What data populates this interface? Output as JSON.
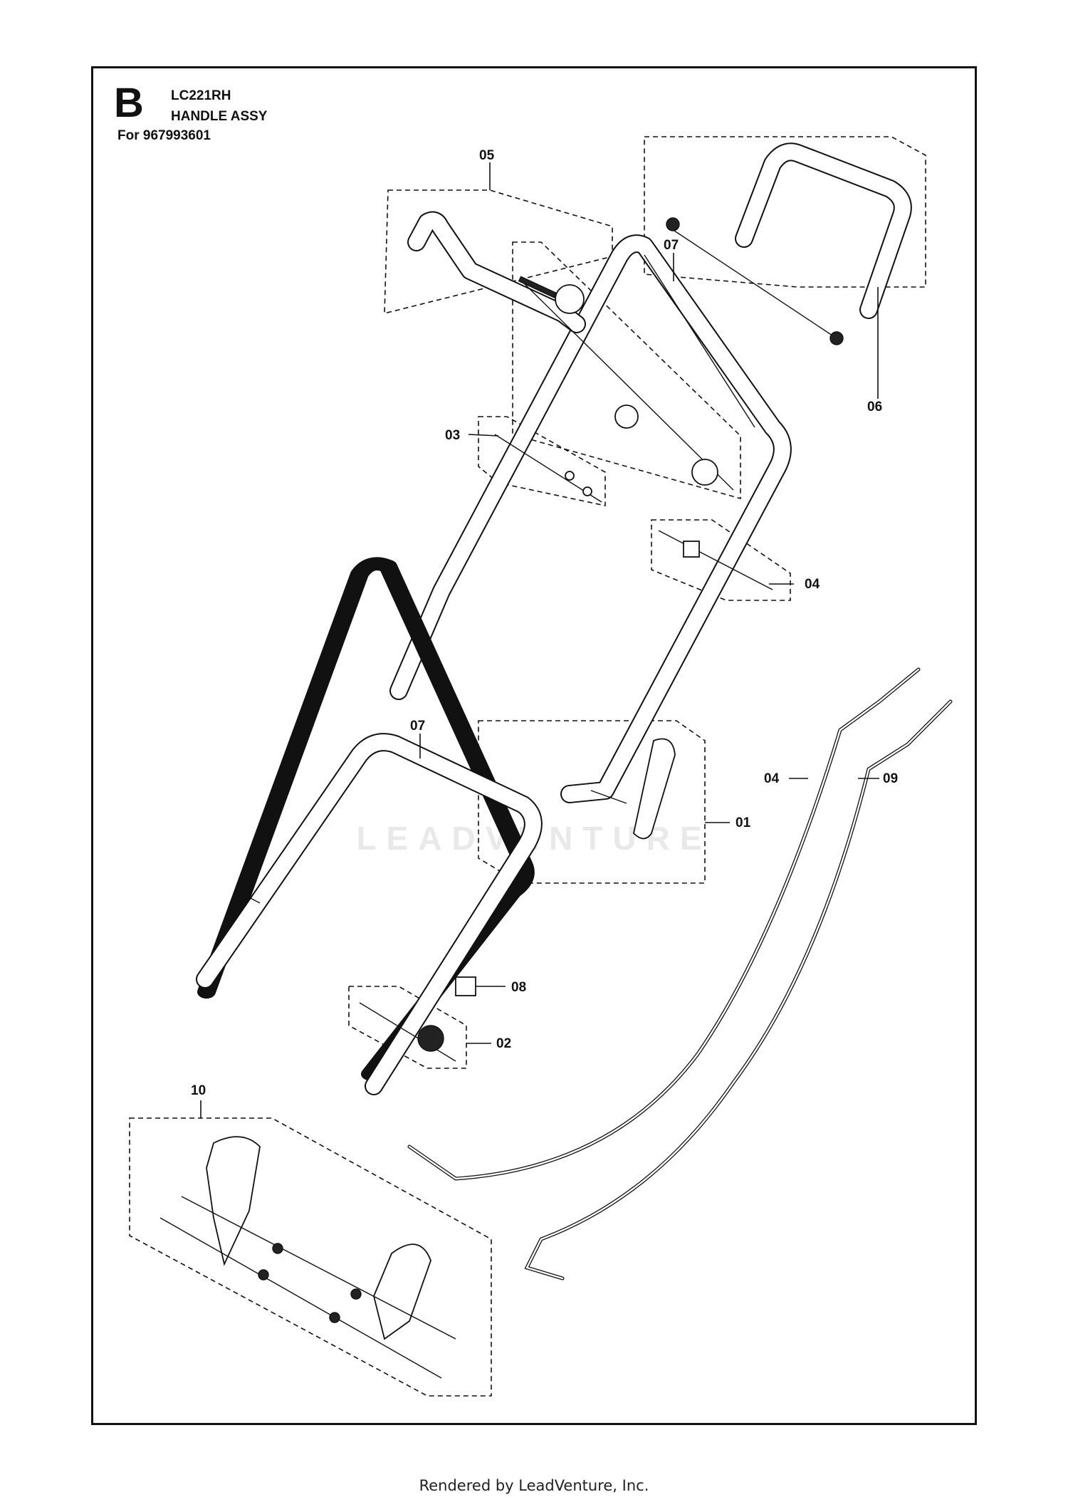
{
  "header": {
    "section_letter": "B",
    "model": "LC221RH",
    "assembly": "HANDLE ASSY",
    "for_line": "For 967993601"
  },
  "watermark": "LEADVENTURE",
  "footer": "Rendered by LeadVenture, Inc.",
  "callouts": [
    "05",
    "06",
    "07",
    "03",
    "04",
    "07",
    "01",
    "04",
    "09",
    "08",
    "02",
    "10"
  ]
}
